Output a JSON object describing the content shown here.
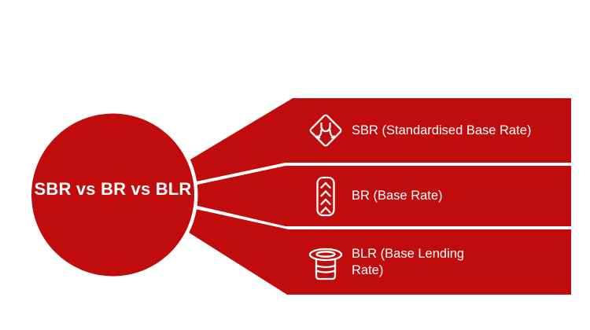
{
  "title": "SBR vs BR vs BLR",
  "colors": {
    "accent": "#C00C0C",
    "background": "#FFFFFF",
    "text_on_accent": "#FFFFFF"
  },
  "items": [
    {
      "icon": "u-yoke-diamond-icon",
      "label": "SBR (Standardised Base Rate)"
    },
    {
      "icon": "chevron-tread-icon",
      "label": "BR (Base Rate)"
    },
    {
      "icon": "top-hat-icon",
      "label": "BLR (Base Lending Rate)"
    }
  ]
}
